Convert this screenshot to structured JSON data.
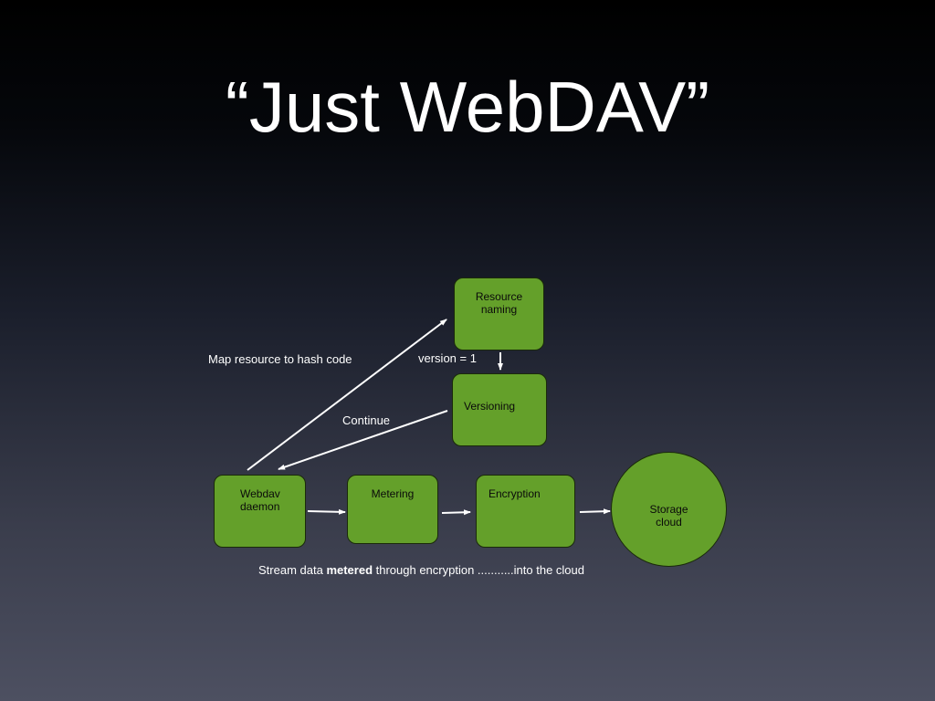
{
  "slide": {
    "title": "“Just WebDAV”"
  },
  "nodes": {
    "resource_naming": "Resource\nnaming",
    "versioning": "Versioning",
    "webdav_daemon": "Webdav\ndaemon",
    "metering": "Metering",
    "encryption": "Encryption",
    "storage_cloud": "Storage\ncloud"
  },
  "labels": {
    "map_resource": "Map resource to hash code",
    "version": "version = 1",
    "continue": "Continue"
  },
  "caption": {
    "prefix": "Stream data ",
    "bold": "metered",
    "suffix": " through encryption ...........into the cloud"
  },
  "colors": {
    "node_fill": "#64a02a",
    "arrow": "#ffffff",
    "text": "#ffffff"
  }
}
